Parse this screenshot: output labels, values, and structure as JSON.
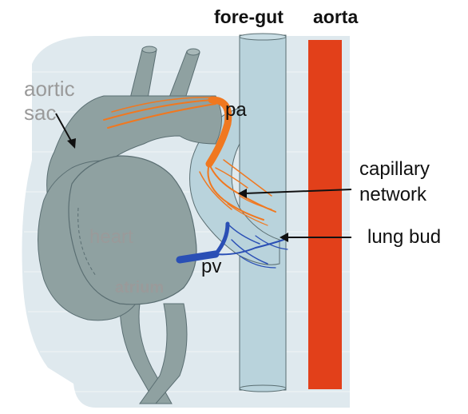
{
  "labels": {
    "foregut": "fore-gut",
    "aorta": "aorta",
    "aortic_sac_line1": "aortic",
    "aortic_sac_line2": "sac",
    "pa": "pa",
    "capillary_line1": "capillary",
    "capillary_line2": "network",
    "lung_bud": "lung bud",
    "heart": "heart",
    "atrium": "atrium",
    "pv": "pv"
  },
  "colors": {
    "background_panel": "#dfe9ee",
    "tissue": "#8fa1a1",
    "foregut": "#b9d3dc",
    "aorta": "#e2401a",
    "pulmonary_artery": "#f07820",
    "pulmonary_vein": "#2a4fb5",
    "label_dark": "#111111",
    "label_gray": "#9a9a9a"
  }
}
